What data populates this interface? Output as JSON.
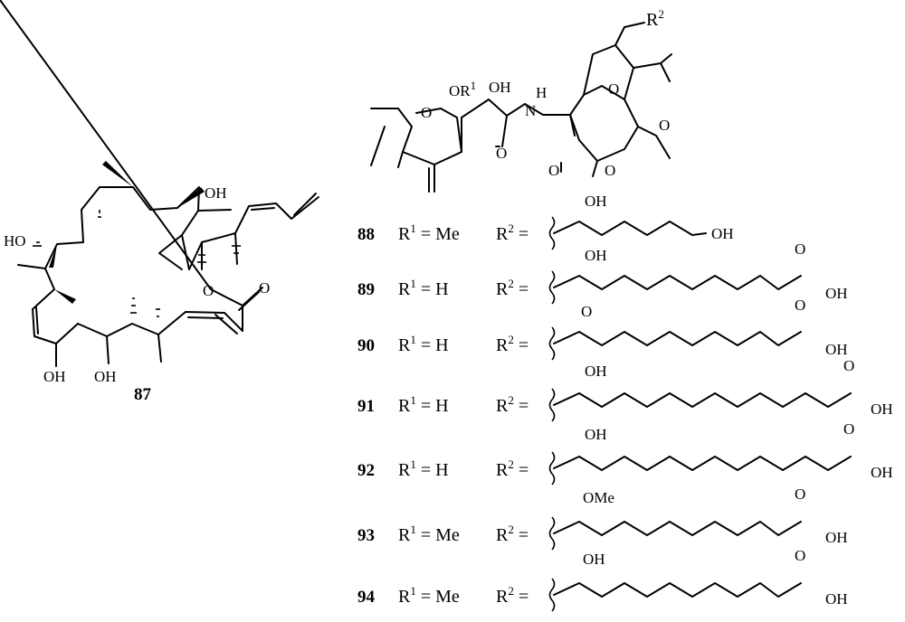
{
  "compound87": {
    "number": "87",
    "labels": {
      "ho_left": "HO",
      "oh_top": "OH",
      "o_ring": "O",
      "o_carbonyl": "O",
      "oh_bottom_left": "OH",
      "oh_bottom_mid": "OH"
    }
  },
  "core": {
    "labels": {
      "r2": "R",
      "r2_sup": "2",
      "oh": "OH",
      "or1_o": "OR",
      "or1_sup": "1",
      "pyran_o": "O",
      "nh": "H",
      "n": "N",
      "amide_o": "O",
      "sugar_o": "O",
      "acetal_o1": "O",
      "acetal_o2": "O",
      "ome_o": "O"
    }
  },
  "variants": [
    {
      "id": "88",
      "r1": "Me",
      "chain": {
        "substituent": "OH",
        "terminal": "OH"
      }
    },
    {
      "id": "89",
      "r1": "H",
      "chain": {
        "substituent": "OH",
        "terminal_o": "O",
        "terminal_oh": "OH"
      }
    },
    {
      "id": "90",
      "r1": "H",
      "chain": {
        "substituent": "O",
        "terminal_o": "O",
        "terminal_oh": "OH"
      }
    },
    {
      "id": "91",
      "r1": "H",
      "chain": {
        "substituent": "OH",
        "terminal_o": "O",
        "terminal_oh": "OH"
      }
    },
    {
      "id": "92",
      "r1": "H",
      "chain": {
        "substituent": "OH",
        "terminal_o": "O",
        "terminal_oh": "OH"
      }
    },
    {
      "id": "93",
      "r1": "Me",
      "chain": {
        "substituent": "OMe",
        "terminal_o": "O",
        "terminal_oh": "OH"
      }
    },
    {
      "id": "94",
      "r1": "Me",
      "chain": {
        "substituent": "OH",
        "terminal_o": "O",
        "terminal_oh": "OH"
      }
    }
  ],
  "row_text": {
    "r1_prefix": "R",
    "r1_sup": "1",
    "eq": " = ",
    "r2_prefix": "R",
    "r2_sup": "2",
    "r2_eq": " ="
  }
}
